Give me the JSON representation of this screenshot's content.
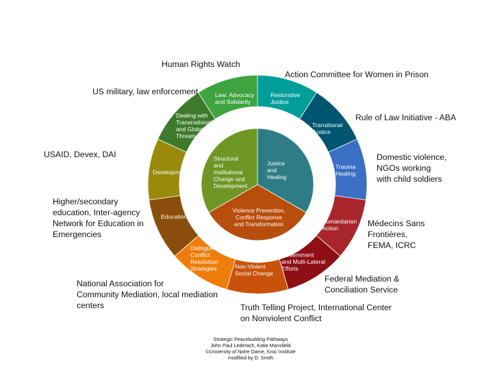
{
  "diagram": {
    "outer_ring": [
      {
        "key": "restorative",
        "lines": [
          "Restorative",
          "Justice"
        ],
        "color": "#009e9a"
      },
      {
        "key": "transitional",
        "lines": [
          "Transitional",
          "Justice"
        ],
        "color": "#005570"
      },
      {
        "key": "trauma",
        "lines": [
          "Trauma",
          "Healing"
        ],
        "color": "#3a6fc4"
      },
      {
        "key": "humanitarian",
        "lines": [
          "Humanitarian",
          "Action"
        ],
        "color": "#a8262b"
      },
      {
        "key": "government",
        "lines": [
          "Government",
          "and Multi-Lateral",
          "Efforts"
        ],
        "color": "#8f0f16"
      },
      {
        "key": "nonviolent",
        "lines": [
          "Non-Violent",
          "Social Change"
        ],
        "color": "#c8520a"
      },
      {
        "key": "dialogue",
        "lines": [
          "Dialogue /",
          "Conflict",
          "Resolution",
          "Strategies"
        ],
        "color": "#ef7d0b"
      },
      {
        "key": "education",
        "lines": [
          "Education"
        ],
        "color": "#8a4d0b"
      },
      {
        "key": "development",
        "lines": [
          "Development"
        ],
        "color": "#9a8a0c"
      },
      {
        "key": "dealing",
        "lines": [
          "Dealing with",
          "Transnational",
          "and Global",
          "Threats"
        ],
        "color": "#3e7a2c"
      },
      {
        "key": "law",
        "lines": [
          "Law: Advocacy",
          "and Solidarity"
        ],
        "color": "#3fa33f"
      }
    ],
    "core": [
      {
        "key": "justice",
        "lines": [
          "Justice",
          "and",
          "Healing"
        ],
        "color": "#2e7d86"
      },
      {
        "key": "violence",
        "lines": [
          "Violence Prevention,",
          "Conflict Response",
          "and Transformation"
        ],
        "color": "#b84e0c"
      },
      {
        "key": "structural",
        "lines": [
          "Structural",
          "and",
          "Institutional",
          "Change and",
          "Development"
        ],
        "color": "#6d9624"
      }
    ]
  },
  "annotations": [
    {
      "key": "human-rights-watch",
      "lines": [
        "Human Rights Watch"
      ]
    },
    {
      "key": "action-committee",
      "lines": [
        "Action Committee for Women in Prison"
      ]
    },
    {
      "key": "us-military",
      "lines": [
        "US military, law enforcement"
      ]
    },
    {
      "key": "rule-of-law",
      "lines": [
        "Rule of Law Initiative - ABA"
      ]
    },
    {
      "key": "usaid",
      "lines": [
        "USAID, Devex, DAI"
      ]
    },
    {
      "key": "domestic-violence",
      "lines": [
        "Domestic violence,",
        "NGOs working",
        "with child soldiers"
      ]
    },
    {
      "key": "higher-education",
      "lines": [
        "Higher/secondary",
        "education, Inter-agency",
        "Network for Education in",
        "Emergencies"
      ]
    },
    {
      "key": "medecins",
      "lines": [
        "Médecins Sans",
        "Frontières,",
        "FEMA, ICRC"
      ]
    },
    {
      "key": "federal-mediation",
      "lines": [
        "Federal Mediation &",
        "Conciliation Service"
      ]
    },
    {
      "key": "community-mediation",
      "lines": [
        "National Association for",
        "Community Mediation, local mediation",
        "centers"
      ]
    },
    {
      "key": "truth-telling",
      "lines": [
        "Truth Telling Project, International Center",
        "on Nonviolent Conflict"
      ]
    }
  ],
  "credits": {
    "lines": [
      "Strategic Peacebuilding Pathways",
      "John Paul Lederach, Katie Mansfield",
      "©University of Notre Dame, Kroc Institute",
      "modified by D. Smith"
    ]
  }
}
